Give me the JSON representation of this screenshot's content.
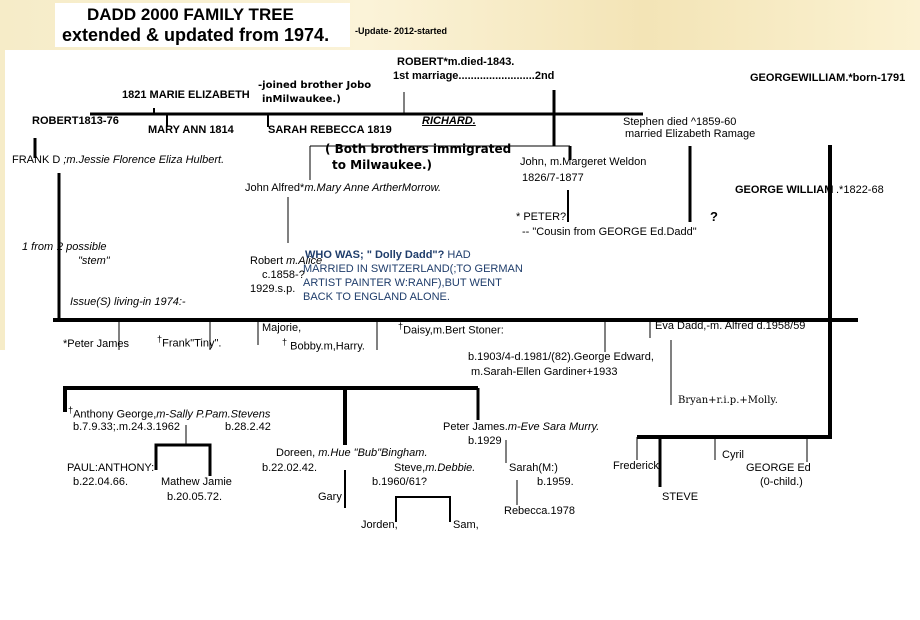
{
  "title": {
    "line1": "DADD 2000 FAMILY TREE",
    "line2": "extended & updated from 1974.",
    "update": "-Update- 2012-started"
  },
  "gen1": {
    "robert_died": "ROBERT*m.died-1843.",
    "marriages": "1st marriage.........................2nd",
    "marie": "1821 MARIE ELIZABETH",
    "joined1": "-joined brother Jobo",
    "joined2": "inMilwaukee.)",
    "robert1813": "ROBERT1813-76",
    "mary_ann": "MARY ANN 1814",
    "sarah_rebecca": "SARAH REBECCA 1819",
    "richard": "RICHARD.",
    "both1": "( Both brothers immigrated",
    "both2": "to Milwaukee.)",
    "john": "John, m.Margeret Weldon",
    "john_dates": "1826/7-1877",
    "stephen": "Stephen died ^1859-60",
    "stephen_m": "married  Elizabeth Ramage",
    "question": "?",
    "gw_1791": "GEORGEWILLIAM.*born-1791",
    "gw_1822": "GEORGE WILLIAM",
    "gw_1822_dates": ".*1822-68",
    "peter": "* PETER?",
    "cousin": "-- \"Cousin from GEORGE Ed.Dadd\""
  },
  "gen2": {
    "frank_d": "FRANK D",
    "frank_m": ";m.Jessie Florence Eliza Hulbert.",
    "john_alfred": "John Alfred*",
    "john_alfred_m": "m.Mary Anne ArtherMorrow.",
    "one_from": "1 from",
    "two_possible": "2 possible",
    "stem": "\"stem\"",
    "robert_alice": "Robert ",
    "robert_alice_m": "m.Alice",
    "robert_c": "c.1858-?",
    "robert_sp": "1929.s.p.",
    "dolly_q": "WHO WAS; \" Dolly Dadd\"?",
    "dolly_1": " HAD",
    "dolly_2": "MARRIED IN SWITZERLAND(;TO GERMAN",
    "dolly_3": "ARTIST PAINTER W:RANF),BUT WENT",
    "dolly_4": "BACK TO ENGLAND ALONE.",
    "issue": "Issue(S) living-in 1974:-"
  },
  "gen3": {
    "peter_james": "*Peter James",
    "frank_tiny": "Frank\"Tiny\".",
    "majorie": "Majorie,",
    "bobby": "Bobby.m,Harry.",
    "daisy": "Daisy,m.Bert  Stoner:",
    "george_edward": "b.1903/4-d.1981/(82).George Edward,",
    "george_edward_m": "m.Sarah-Ellen Gardiner+1933",
    "eva": "Eva Dadd,-m. Alfred d.1958/59",
    "bryan": "Bryan+r.i.p.+Molly.",
    "dagger": "†"
  },
  "gen4": {
    "anthony": "Anthony George,",
    "anthony_m": "m-Sally P.Pam.Stevens",
    "anthony_b": "b.7.9.33;.m.24.3.1962",
    "sally_b": "b.28.2.42",
    "paul": "PAUL:ANTHONY:",
    "paul_b": "b.22.04.66.",
    "mathew": "Mathew Jamie",
    "mathew_b": "b.20.05.72.",
    "doreen": "Doreen, ",
    "doreen_m": "m.Hue \"Bub\"Bingham.",
    "doreen_b": "b.22.02.42.",
    "gary": "Gary",
    "steve": "Steve,",
    "steve_m": "m.Debbie.",
    "steve_b": "b.1960/61?",
    "jorden": "Jorden,",
    "sam": "Sam,",
    "peter_james": "Peter James.",
    "peter_james_m": "m-Eve Sara Murry.",
    "peter_james_b": "b.1929",
    "sarah": "Sarah(M:)",
    "sarah_b": "b.1959.",
    "rebecca": "Rebecca.1978",
    "frederick": "Frederick",
    "steve2": "STEVE",
    "cyril": "Cyril",
    "george_ed": "GEORGE Ed",
    "george_ed_note": "(0-child.)"
  }
}
